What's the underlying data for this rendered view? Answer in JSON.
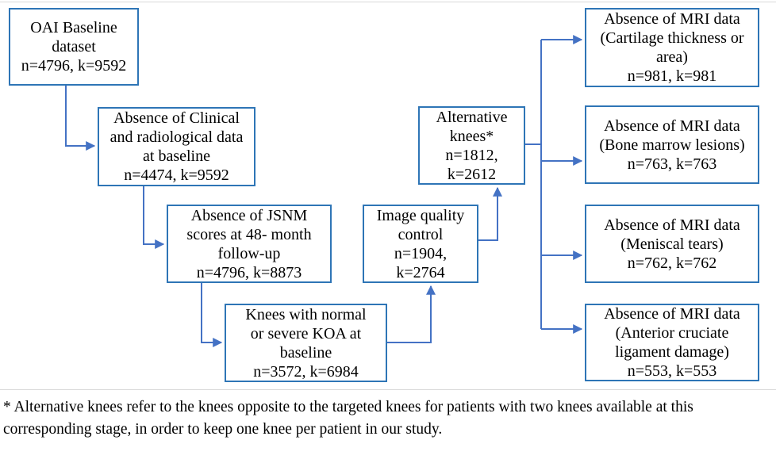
{
  "colors": {
    "box_border": "#2E75B6",
    "connector": "#4472C4",
    "divider": "#D9D9D9",
    "text": "#000000",
    "background": "#FFFFFF"
  },
  "boxes": {
    "oai_baseline": {
      "text": "OAI Baseline\ndataset\nn=4796, k=9592",
      "n": 4796,
      "k": 9592
    },
    "absence_clinical": {
      "text": "Absence of Clinical\nand radiological data\nat baseline\nn=4474, k=9592",
      "n": 4474,
      "k": 9592
    },
    "absence_jsnm": {
      "text": "Absence of JSNM\nscores at 48- month\nfollow-up\nn=4796, k=8873",
      "n": 4796,
      "k": 8873
    },
    "knees_normal_severe": {
      "text": "Knees with normal\nor severe KOA at\nbaseline\nn=3572, k=6984",
      "n": 3572,
      "k": 6984
    },
    "image_quality": {
      "text": "Image quality\ncontrol\nn=1904,\nk=2764",
      "n": 1904,
      "k": 2764
    },
    "alternative_knees": {
      "text": "Alternative\nknees*\nn=1812,\nk=2612",
      "n": 1812,
      "k": 2612
    },
    "mri_cartilage": {
      "text": "Absence of MRI data\n(Cartilage thickness or\narea)\nn=981, k=981",
      "n": 981,
      "k": 981
    },
    "mri_bone_marrow": {
      "text": "Absence of MRI data\n(Bone marrow lesions)\nn=763, k=763",
      "n": 763,
      "k": 763
    },
    "mri_meniscal": {
      "text": "Absence of MRI data\n(Meniscal tears)\nn=762, k=762",
      "n": 762,
      "k": 762
    },
    "mri_acl": {
      "text": "Absence of MRI data\n(Anterior cruciate\nligament damage)\nn=553, k=553",
      "n": 553,
      "k": 553
    }
  },
  "edges": [
    {
      "from": "oai_baseline",
      "to": "absence_clinical"
    },
    {
      "from": "absence_clinical",
      "to": "absence_jsnm"
    },
    {
      "from": "absence_jsnm",
      "to": "knees_normal_severe"
    },
    {
      "from": "knees_normal_severe",
      "to": "image_quality"
    },
    {
      "from": "image_quality",
      "to": "alternative_knees"
    },
    {
      "from": "alternative_knees",
      "to": "mri_cartilage"
    },
    {
      "from": "alternative_knees",
      "to": "mri_bone_marrow"
    },
    {
      "from": "alternative_knees",
      "to": "mri_meniscal"
    },
    {
      "from": "alternative_knees",
      "to": "mri_acl"
    }
  ],
  "footnote": {
    "text": "* Alternative knees refer to the knees opposite to the targeted knees for patients with two knees available at this\ncorresponding stage, in order to keep one knee per patient in our study."
  }
}
